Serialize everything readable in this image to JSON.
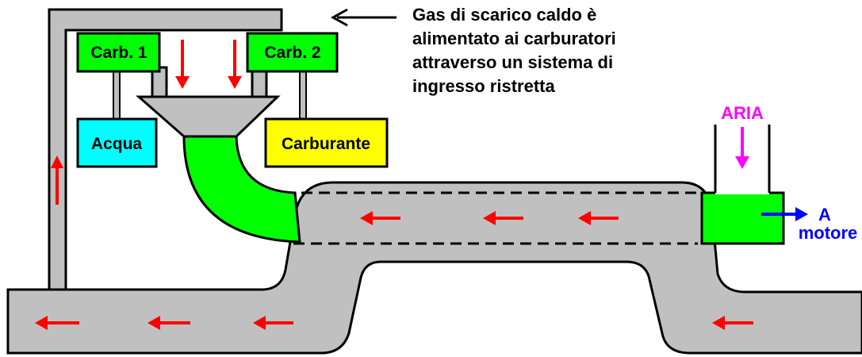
{
  "caption": {
    "lines": [
      "Gas di scarico caldo è",
      "alimentato ai carburatori",
      "attraverso un sistema di",
      "ingresso ristretta"
    ]
  },
  "boxes": {
    "carb1": "Carb. 1",
    "carb2": "Carb. 2",
    "water": "Acqua",
    "fuel": "Carburante"
  },
  "air_label": "ARIA",
  "outlet_label": {
    "line1": "A",
    "line2": "motore"
  },
  "colors": {
    "exhaust_fill": "#c0c0c0",
    "gas_mix": "#00ff00",
    "water_box": "#00ffff",
    "fuel_box": "#ffff00",
    "flow_arrow": "#ff0000",
    "air_label": "#ff00ff",
    "outlet_label": "#0000ff"
  }
}
